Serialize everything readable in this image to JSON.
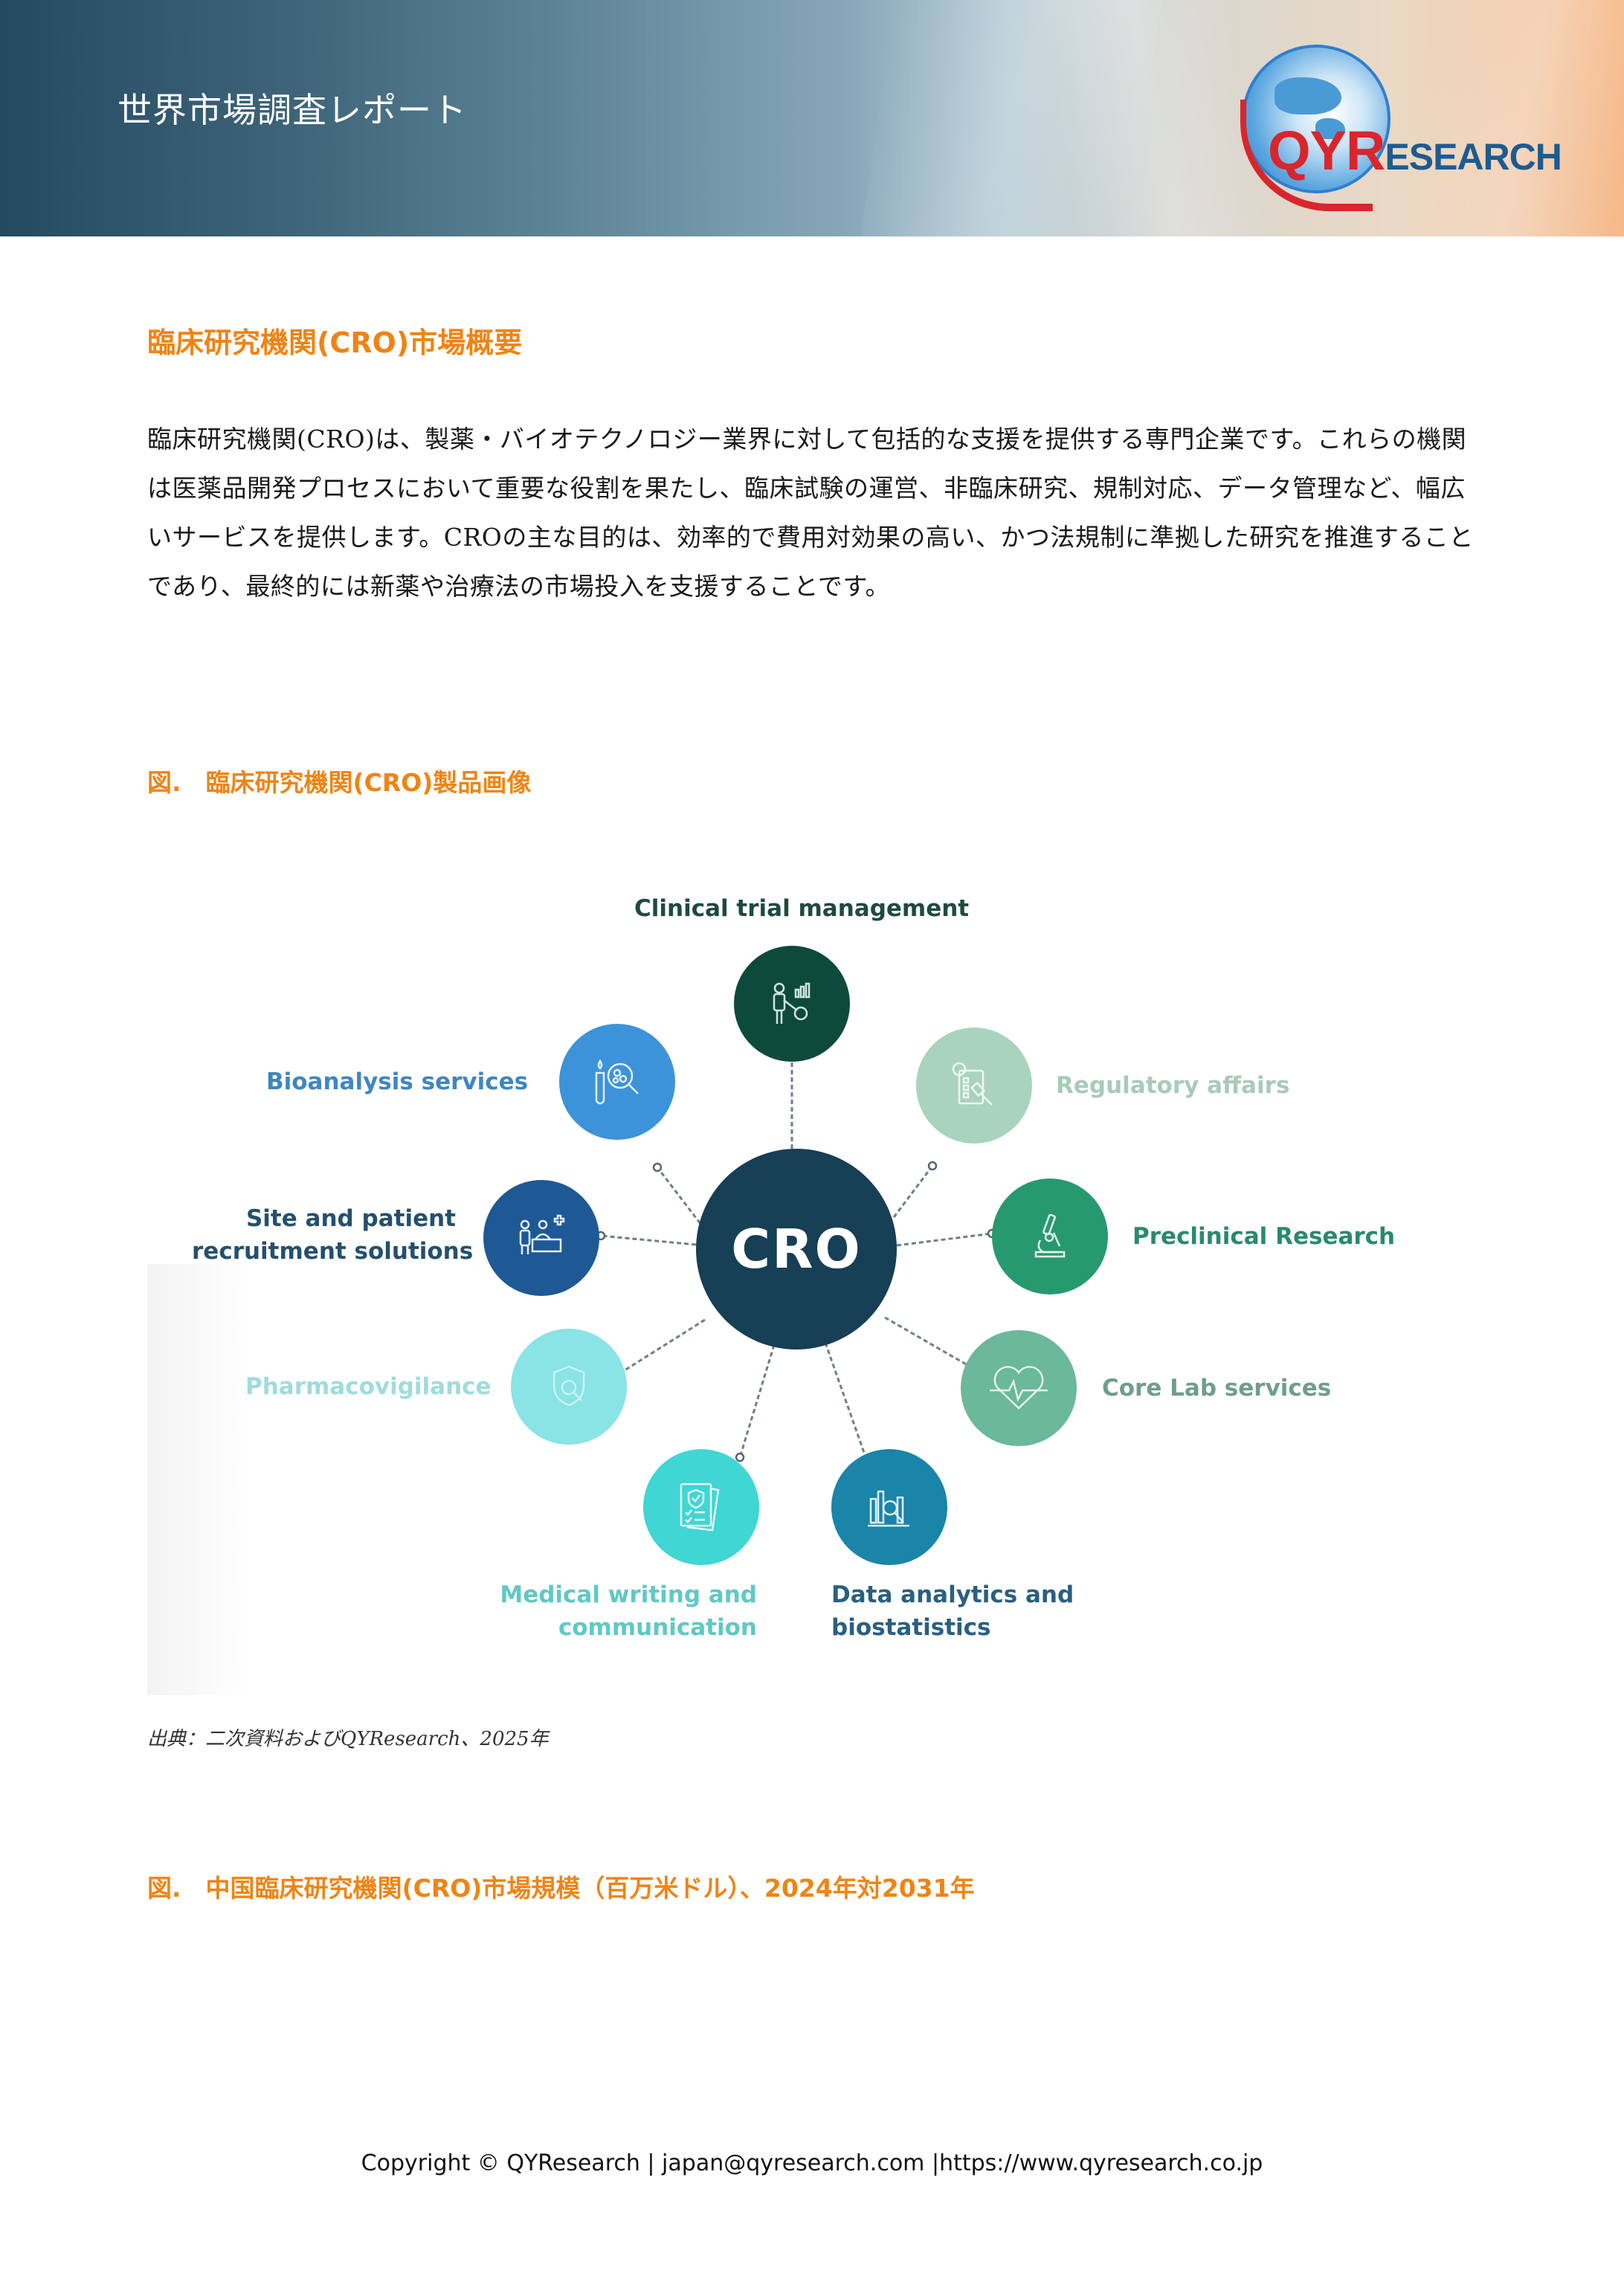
{
  "header": {
    "title": "世界市場調査レポート",
    "logo": {
      "qy": "QY",
      "r": "R",
      "esearch": "ESEARCH",
      "icon": "globe-icon"
    }
  },
  "section": {
    "title": "臨床研究機関(CRO)市場概要",
    "body": "臨床研究機関(CRO)は、製薬・バイオテクノロジー業界に対して包括的な支援を提供する専門企業です。これらの機関は医薬品開発プロセスにおいて重要な役割を果たし、臨床試験の運営、非臨床研究、規制対応、データ管理など、幅広いサービスを提供します。CROの主な目的は、効率的で費用対効果の高い、かつ法規制に準拠した研究を推進することであり、最終的には新薬や治療法の市場投入を支援することです。"
  },
  "figure1": {
    "title": "図.　臨床研究機関(CRO)製品画像",
    "center": {
      "label": "CRO",
      "color": "#173f55"
    },
    "nodes": [
      {
        "id": "clinical-trial",
        "label": "Clinical trial management",
        "color": "#0e4a3c",
        "text_color": "#1f4a40",
        "icon": "presenter-chart-icon"
      },
      {
        "id": "regulatory",
        "label": "Regulatory affairs",
        "color": "#a9d3bd",
        "text_color": "#a8cbb8",
        "icon": "checklist-magnifier-icon"
      },
      {
        "id": "preclinical",
        "label": "Preclinical Research",
        "color": "#27996f",
        "text_color": "#2a8a68",
        "icon": "microscope-icon"
      },
      {
        "id": "core-lab",
        "label": "Core Lab services",
        "color": "#6bb89a",
        "text_color": "#6f9d8e",
        "icon": "heartbeat-icon"
      },
      {
        "id": "data-analytics",
        "label_lines": [
          "Data analytics and",
          "biostatistics"
        ],
        "color": "#1a84a9",
        "text_color": "#2a5f80",
        "icon": "bar-chart-magnifier-icon"
      },
      {
        "id": "medical-writing",
        "label_lines": [
          "Medical writing and",
          "communication"
        ],
        "color": "#40d6d3",
        "text_color": "#5fc9c4",
        "icon": "document-shield-icon"
      },
      {
        "id": "pharmacovigilance",
        "label": "Pharmacovigilance",
        "color": "#8ae3e4",
        "text_color": "#9fdcdc",
        "icon": "shield-search-icon"
      },
      {
        "id": "site-patient",
        "label_lines": [
          "Site and patient",
          "recruitment solutions"
        ],
        "color": "#1e5996",
        "text_color": "#24506e",
        "icon": "patient-desk-icon"
      },
      {
        "id": "bioanalysis",
        "label": "Bioanalysis services",
        "color": "#3c93d9",
        "text_color": "#3f86c0",
        "icon": "test-tube-magnifier-icon"
      }
    ],
    "source": "出典：二次資料およびQYResearch、2025年"
  },
  "figure2": {
    "title": "図.　中国臨床研究機関(CRO)市場規模（百万米ドル）、2024年対2031年"
  },
  "footer": {
    "text": "Copyright © QYResearch | japan@qyresearch.com |https://www.qyresearch.co.jp"
  }
}
